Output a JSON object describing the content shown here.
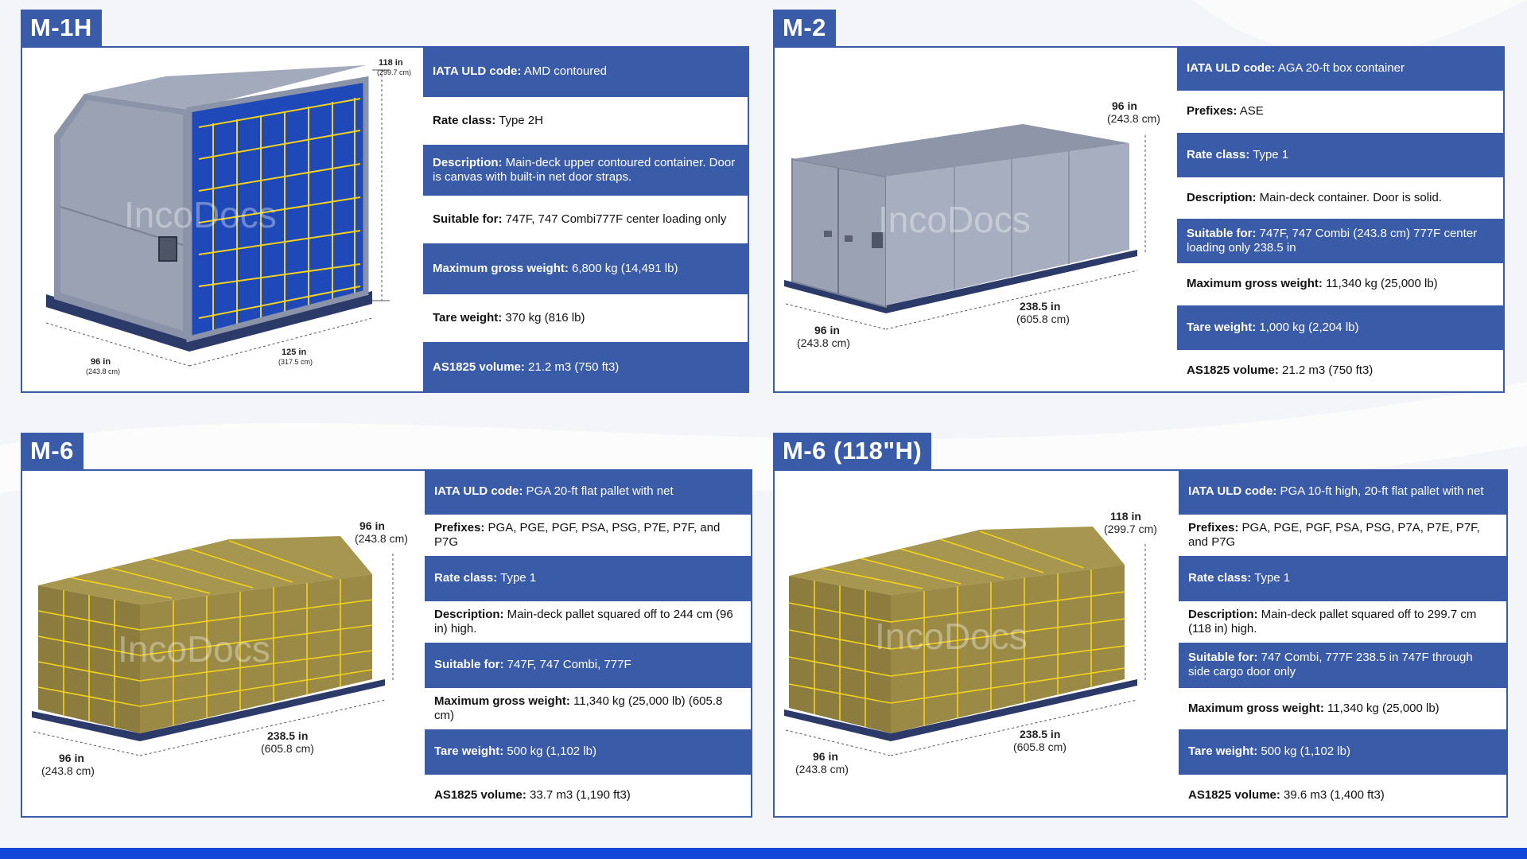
{
  "colors": {
    "brand": "#3a5ba8",
    "accent": "#1448d8",
    "net": "#f2d21c",
    "cargo": "#8c7d3e"
  },
  "watermark": "IncoDocs",
  "panels": [
    {
      "title": "M-1H",
      "dims": {
        "height": "118 in",
        "height_cm": "(299.7 cm)",
        "width": "96 in",
        "width_cm": "(243.8 cm)",
        "length": "125 in",
        "length_cm": "(317.5 cm)"
      },
      "rows": [
        {
          "label": "IATA ULD code:",
          "value": " AMD contoured"
        },
        {
          "label": "Rate class:",
          "value": " Type 2H"
        },
        {
          "label": "Description:",
          "value": " Main-deck upper contoured container. Door is canvas with built-in net door straps."
        },
        {
          "label": "Suitable for:",
          "value": "  747F, 747 Combi777F center loading only"
        },
        {
          "label": "Maximum gross weight:",
          "value": " 6,800 kg (14,491 lb)"
        },
        {
          "label": "Tare weight:",
          "value": " 370 kg (816 lb)"
        },
        {
          "label": "AS1825 volume:",
          "value": "  21.2 m3 (750 ft3)"
        }
      ]
    },
    {
      "title": "M-2",
      "dims": {
        "height": "96 in",
        "height_cm": "(243.8 cm)",
        "width": "96 in",
        "width_cm": "(243.8 cm)",
        "length": "238.5 in",
        "length_cm": "(605.8 cm)"
      },
      "rows": [
        {
          "label": "IATA ULD code:",
          "value": " AGA 20-ft box container"
        },
        {
          "label": "Prefixes:",
          "value": " ASE"
        },
        {
          "label": "Rate class:",
          "value": " Type 1"
        },
        {
          "label": "Description:",
          "value": " Main-deck container. Door is solid."
        },
        {
          "label": "Suitable for:",
          "value": " 747F, 747 Combi (243.8 cm) 777F center loading only 238.5 in"
        },
        {
          "label": "Maximum gross weight:",
          "value": " 11,340 kg (25,000 lb)"
        },
        {
          "label": "Tare weight:",
          "value": " 1,000 kg (2,204 lb)"
        },
        {
          "label": "AS1825 volume:",
          "value": "  21.2 m3 (750 ft3)"
        }
      ]
    },
    {
      "title": "M-6",
      "dims": {
        "height": "96 in",
        "height_cm": "(243.8 cm)",
        "width": "96 in",
        "width_cm": "(243.8 cm)",
        "length": "238.5 in",
        "length_cm": "(605.8 cm)"
      },
      "rows": [
        {
          "label": "IATA ULD code:",
          "value": " PGA 20-ft flat pallet with net"
        },
        {
          "label": "Prefixes:",
          "value": " PGA, PGE, PGF, PSA, PSG, P7E, P7F, and P7G"
        },
        {
          "label": "Rate class:",
          "value": " Type 1"
        },
        {
          "label": "Description:",
          "value": " Main-deck pallet squared off to 244 cm (96 in) high."
        },
        {
          "label": "Suitable for:",
          "value": " 747F, 747 Combi, 777F"
        },
        {
          "label": "Maximum gross weight:",
          "value": " 11,340 kg (25,000 lb) (605.8 cm)"
        },
        {
          "label": "Tare weight:",
          "value": " 500 kg (1,102 lb)"
        },
        {
          "label": "AS1825 volume:",
          "value": " 33.7 m3 (1,190 ft3)"
        }
      ]
    },
    {
      "title": "M-6 (118\"H)",
      "dims": {
        "height": "118 in",
        "height_cm": "(299.7 cm)",
        "width": "96 in",
        "width_cm": "(243.8 cm)",
        "length": "238.5 in",
        "length_cm": "(605.8 cm)"
      },
      "rows": [
        {
          "label": "IATA ULD code:",
          "value": " PGA 10-ft high, 20-ft flat pallet with net"
        },
        {
          "label": "Prefixes:",
          "value": " PGA, PGE, PGF, PSA, PSG, P7A, P7E, P7F, and P7G"
        },
        {
          "label": "Rate class:",
          "value": " Type 1"
        },
        {
          "label": "Description:",
          "value": " Main-deck pallet squared off to 299.7 cm (118 in) high."
        },
        {
          "label": "Suitable for:",
          "value": "  747 Combi, 777F 238.5 in 747F through side cargo door only"
        },
        {
          "label": "Maximum gross weight:",
          "value": " 11,340 kg (25,000 lb)"
        },
        {
          "label": "Tare weight:",
          "value": "  500 kg (1,102 lb)"
        },
        {
          "label": "AS1825 volume:",
          "value": " 39.6 m3 (1,400 ft3)"
        }
      ]
    }
  ]
}
